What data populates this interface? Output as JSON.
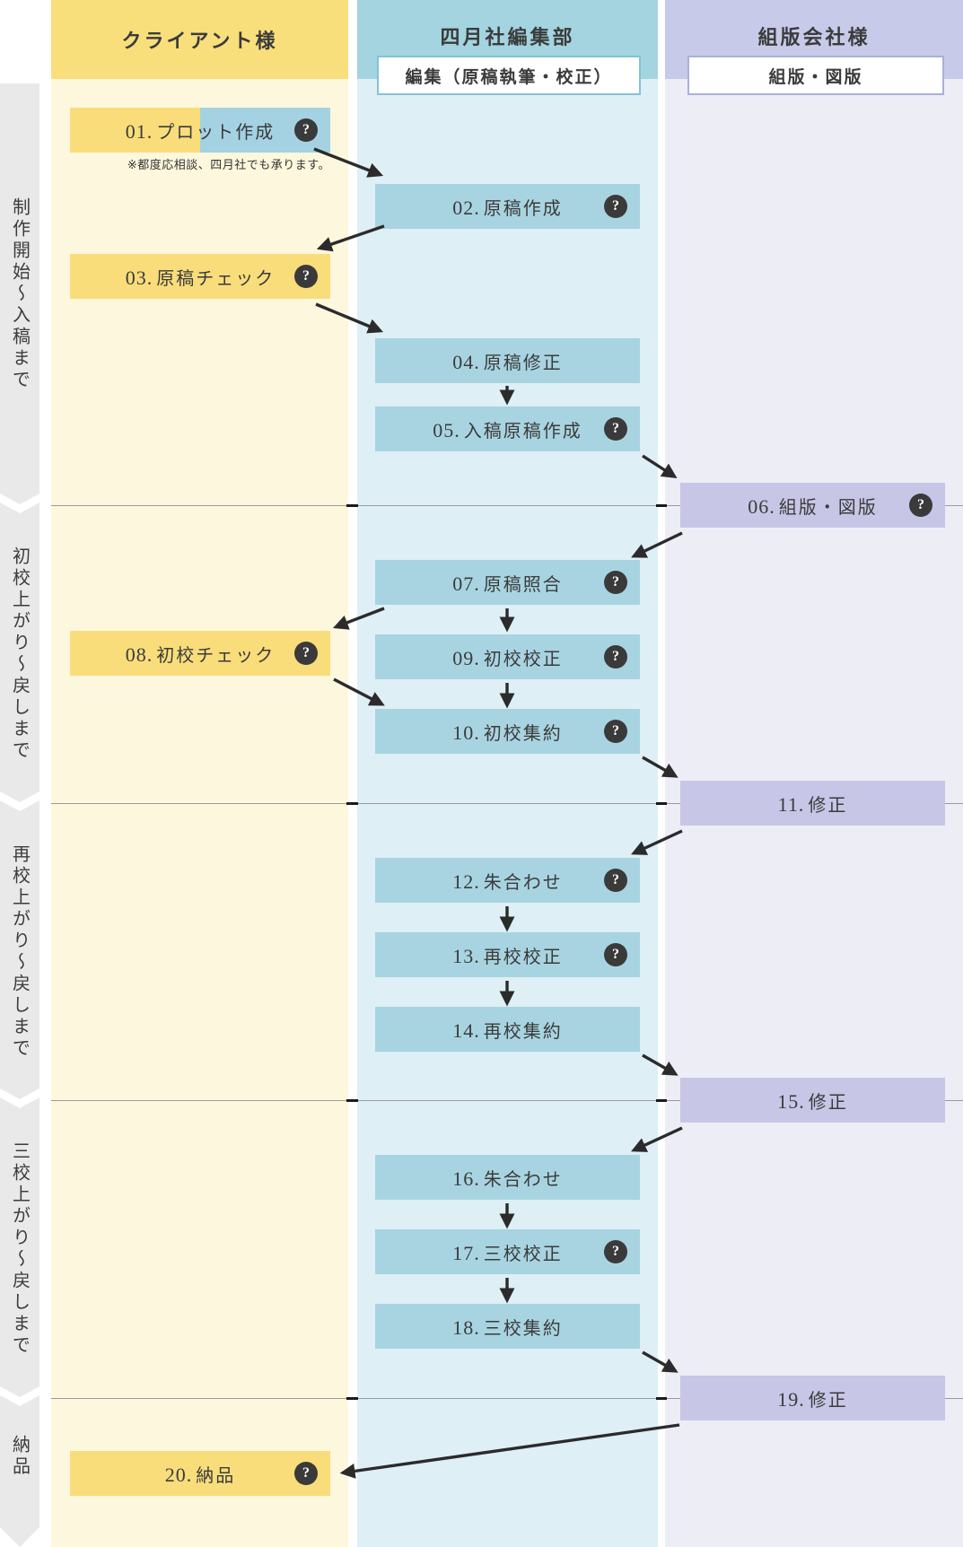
{
  "columns": [
    {
      "title": "クライアント様",
      "sublabel": ""
    },
    {
      "title": "四月社編集部",
      "sublabel": "編集（原稿執筆・校正）"
    },
    {
      "title": "組版会社様",
      "sublabel": "組版・図版"
    }
  ],
  "phases": [
    {
      "label": "制作開始～入稿まで"
    },
    {
      "label": "初校上がり～戻しまで"
    },
    {
      "label": "再校上がり～戻しまで"
    },
    {
      "label": "三校上がり～戻しまで"
    },
    {
      "label": "納品"
    }
  ],
  "steps": [
    {
      "num": "01.",
      "label": "プロット作成",
      "actor": "client-editorial",
      "help": true,
      "note": "※都度応相談、四月社でも承ります。"
    },
    {
      "num": "02.",
      "label": "原稿作成",
      "actor": "editorial",
      "help": true
    },
    {
      "num": "03.",
      "label": "原稿チェック",
      "actor": "client",
      "help": true
    },
    {
      "num": "04.",
      "label": "原稿修正",
      "actor": "editorial",
      "help": false
    },
    {
      "num": "05.",
      "label": "入稿原稿作成",
      "actor": "editorial",
      "help": true
    },
    {
      "num": "06.",
      "label": "組版・図版",
      "actor": "typesetting",
      "help": true
    },
    {
      "num": "07.",
      "label": "原稿照合",
      "actor": "editorial",
      "help": true
    },
    {
      "num": "08.",
      "label": "初校チェック",
      "actor": "client",
      "help": true
    },
    {
      "num": "09.",
      "label": "初校校正",
      "actor": "editorial",
      "help": true
    },
    {
      "num": "10.",
      "label": "初校集約",
      "actor": "editorial",
      "help": true
    },
    {
      "num": "11.",
      "label": "修正",
      "actor": "typesetting",
      "help": false
    },
    {
      "num": "12.",
      "label": "朱合わせ",
      "actor": "editorial",
      "help": true
    },
    {
      "num": "13.",
      "label": "再校校正",
      "actor": "editorial",
      "help": true
    },
    {
      "num": "14.",
      "label": "再校集約",
      "actor": "editorial",
      "help": false
    },
    {
      "num": "15.",
      "label": "修正",
      "actor": "typesetting",
      "help": false
    },
    {
      "num": "16.",
      "label": "朱合わせ",
      "actor": "editorial",
      "help": false
    },
    {
      "num": "17.",
      "label": "三校校正",
      "actor": "editorial",
      "help": true
    },
    {
      "num": "18.",
      "label": "三校集約",
      "actor": "editorial",
      "help": false
    },
    {
      "num": "19.",
      "label": "修正",
      "actor": "typesetting",
      "help": false
    },
    {
      "num": "20.",
      "label": "納品",
      "actor": "client",
      "help": true
    }
  ],
  "icons": {
    "help_glyph": "?"
  },
  "colors": {
    "client_header": "#f8df7c",
    "client_body": "#fdf7dd",
    "client_box": "#f9dd7b",
    "editorial_header": "#a3d4df",
    "editorial_body": "#deeff5",
    "editorial_box": "#a8d4e1",
    "typesetting_header": "#c7cae8",
    "typesetting_body": "#ededf6",
    "typesetting_box": "#c7c6e6",
    "rail": "#e9e9e9",
    "divider": "#9a9a9a",
    "arrow": "#2b2b2b",
    "badge": "#3a3a3a"
  }
}
